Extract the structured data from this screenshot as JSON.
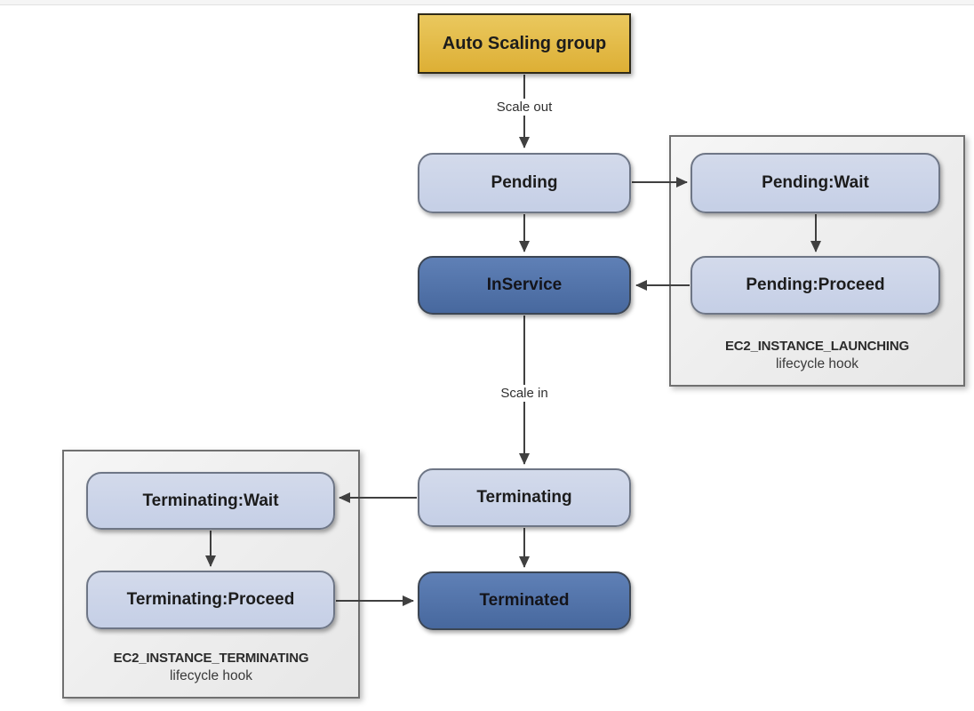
{
  "colors": {
    "canvas_bg": "#ffffff",
    "top_strip": "#f5f5f5",
    "gold_top": "#eac85e",
    "gold_bottom": "#ddaf35",
    "gold_border": "#2f2a18",
    "light_top": "#d3daeb",
    "light_bottom": "#c5cfe6",
    "light_border": "#6e7686",
    "dark_top": "#5f80b6",
    "dark_bottom": "#47689e",
    "dark_border": "#3c4654",
    "container_fill": "#ededed",
    "container_border": "#707070",
    "arrow": "#404040",
    "text": "#1c1c1c"
  },
  "nodes": {
    "asg": "Auto Scaling group",
    "pending": "Pending",
    "pending_wait": "Pending:Wait",
    "pending_proceed": "Pending:Proceed",
    "inservice": "InService",
    "terminating": "Terminating",
    "terminating_wait": "Terminating:Wait",
    "terminating_proceed": "Terminating:Proceed",
    "terminated": "Terminated"
  },
  "edge_labels": {
    "scale_out": "Scale out",
    "scale_in": "Scale in"
  },
  "hooks": {
    "launching": {
      "name": "EC2_INSTANCE_LAUNCHING",
      "caption": "lifecycle hook"
    },
    "terminating": {
      "name": "EC2_INSTANCE_TERMINATING",
      "caption": "lifecycle hook"
    }
  }
}
